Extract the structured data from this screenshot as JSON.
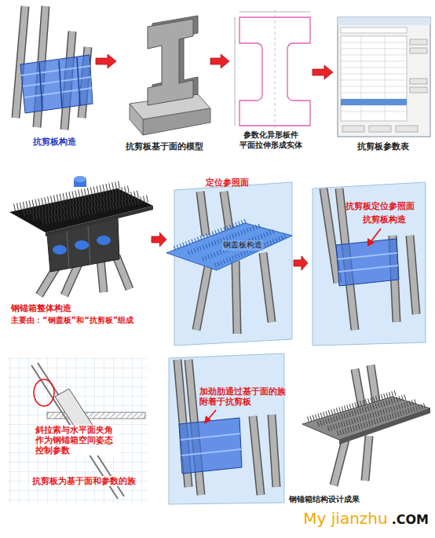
{
  "diagram": {
    "nodes": [
      {
        "text": [
          "抗剪板构造"
        ]
      },
      {
        "text": [
          "抗剪板基于面的模型"
        ]
      },
      {
        "text": [
          "参数化异形板件 平面拉伸形成实体"
        ]
      },
      {
        "text": [
          "抗剪板参数表"
        ]
      },
      {
        "text": [
          "钢锚箱整体构造",
          "主要由：“钢盖板”和“抗剪板”组成"
        ]
      },
      {
        "text": [
          "定位参照面",
          "钢盖板构造"
        ]
      },
      {
        "text": [
          "抗剪板定位参照面",
          "抗剪板构造"
        ]
      },
      {
        "text": [
          "斜拉索与水平面夹角 作为钢锚箱空间姿态 控制参数",
          "抗剪板为基于面和参数的族"
        ]
      },
      {
        "text": [
          "加劲肋通过基于面的族 附着于抗剪板"
        ]
      },
      {
        "text": [
          "钢锚箱结构设计成果"
        ]
      }
    ],
    "edges": [
      {
        "from": 0,
        "to": 1,
        "arrow": "to"
      },
      {
        "from": 1,
        "to": 2,
        "arrow": "to"
      },
      {
        "from": 2,
        "to": 3,
        "arrow": "to"
      },
      {
        "from": 4,
        "to": 5,
        "arrow": "to"
      },
      {
        "from": 5,
        "to": 6,
        "arrow": "to"
      }
    ],
    "labels": [
      "My jianzhu",
      ".COM"
    ]
  }
}
